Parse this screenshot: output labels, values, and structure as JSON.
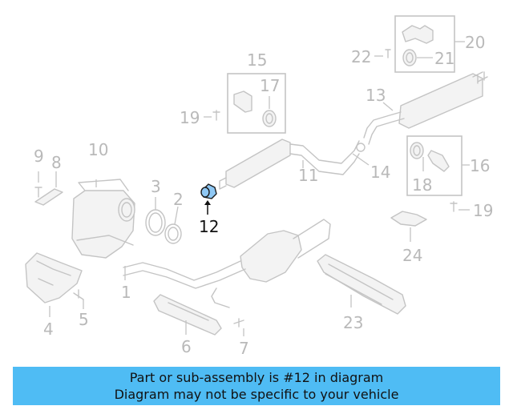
{
  "diagram": {
    "highlighted_part": "12",
    "callouts": [
      "1",
      "2",
      "3",
      "4",
      "5",
      "6",
      "7",
      "8",
      "9",
      "10",
      "11",
      "12",
      "13",
      "14",
      "15",
      "16",
      "17",
      "18",
      "19",
      "19",
      "20",
      "21",
      "22",
      "23",
      "24"
    ],
    "colors": {
      "highlight_fill": "#8fc8f4",
      "banner_bg": "#4fbcf4",
      "line_gray": "#c4c4c4"
    }
  },
  "banner": {
    "line1": "Part or sub-assembly is #12 in diagram",
    "line2": "Diagram may not be specific to your vehicle"
  }
}
